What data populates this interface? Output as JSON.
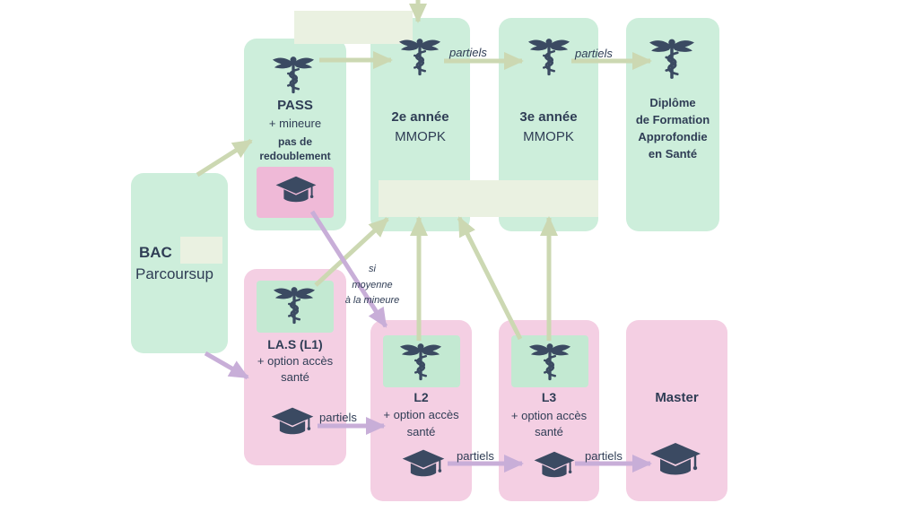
{
  "colors": {
    "green_box": "#cdeedb",
    "pink_box": "#f4cfe3",
    "green_arrow": "#ccd8b2",
    "purple_arrow": "#c8aed8",
    "icon": "#3b4a62"
  },
  "icons": {
    "medical": "caduceus-icon",
    "university": "graduation-cap-icon"
  },
  "bac": {
    "line1": "BAC",
    "line2": "Parcoursup"
  },
  "pass": {
    "title": "PASS",
    "line2": "+ mineure",
    "line3": "pas de",
    "line4": "redoublement"
  },
  "year2": {
    "title": "2e année",
    "sub": "MMOPK"
  },
  "year3": {
    "title": "3e année",
    "sub": "MMOPK"
  },
  "diploma": {
    "line1": "Diplôme",
    "line2": "de Formation",
    "line3": "Approfondie",
    "line4": "en Santé"
  },
  "las": {
    "title": "LA.S (L1)",
    "line2": "+ option accès",
    "line3": "santé"
  },
  "l2": {
    "title": "L2",
    "line2": "+ option accès",
    "line3": "santé"
  },
  "l3": {
    "title": "L3",
    "line2": "+ option accès",
    "line3": "santé"
  },
  "master": {
    "title": "Master"
  },
  "labels": {
    "partiels_1": "partiels",
    "partiels_2": "partiels",
    "partiels_3": "partiels",
    "partiels_4": "partiels",
    "partiels_5": "partiels",
    "si_line1": "si",
    "si_line2": "moyenne",
    "si_line3": "à la mineure"
  }
}
